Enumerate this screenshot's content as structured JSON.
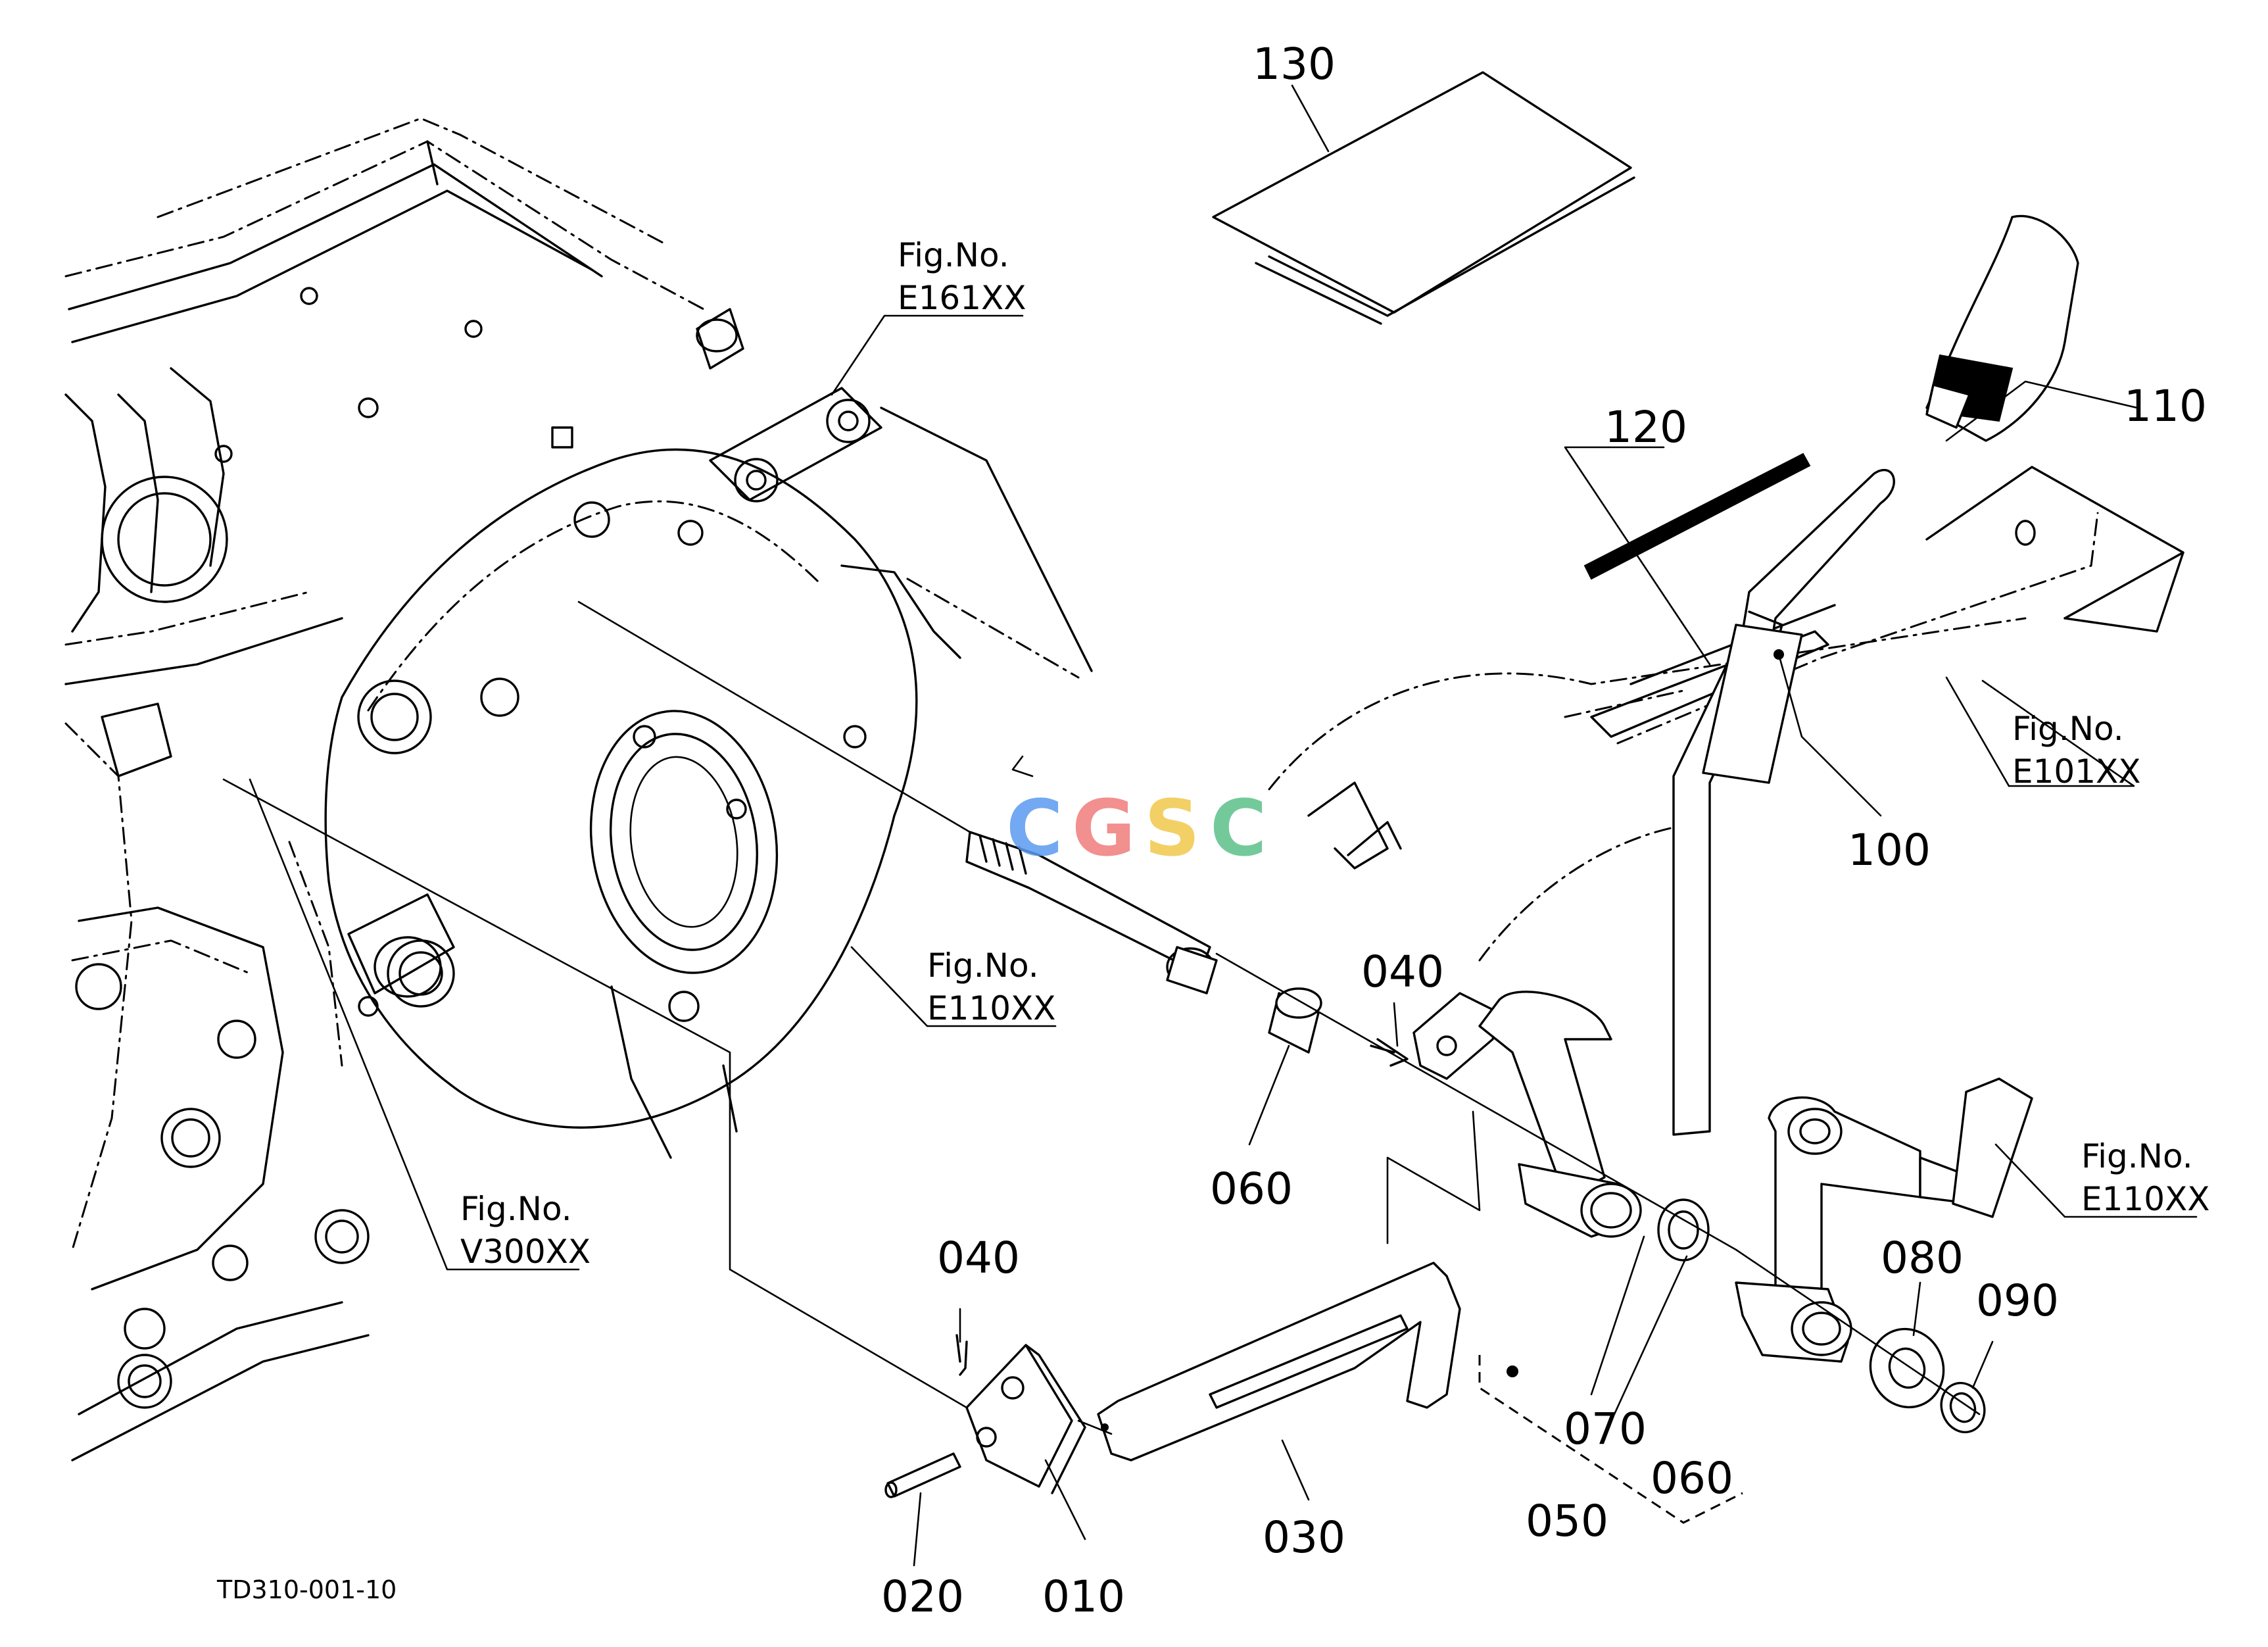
{
  "drawing_code": "TD310-001-10",
  "watermark": {
    "letters": [
      "C",
      "G",
      "S",
      "C"
    ],
    "colors": [
      "#5b9bf0",
      "#f07c7c",
      "#f2c84b",
      "#5cc08a"
    ]
  },
  "callouts": [
    {
      "id": "c130",
      "label": "130"
    },
    {
      "id": "c120",
      "label": "120"
    },
    {
      "id": "c110",
      "label": "110"
    },
    {
      "id": "c100",
      "label": "100"
    },
    {
      "id": "c040a",
      "label": "040"
    },
    {
      "id": "c060a",
      "label": "060"
    },
    {
      "id": "c040b",
      "label": "040"
    },
    {
      "id": "c020",
      "label": "020"
    },
    {
      "id": "c010",
      "label": "010"
    },
    {
      "id": "c030",
      "label": "030"
    },
    {
      "id": "c070",
      "label": "070"
    },
    {
      "id": "c050",
      "label": "050"
    },
    {
      "id": "c060b",
      "label": "060"
    },
    {
      "id": "c080",
      "label": "080"
    },
    {
      "id": "c090",
      "label": "090"
    }
  ],
  "figure_refs": [
    {
      "id": "e161",
      "caption": "Fig.No.",
      "code": "E161XX"
    },
    {
      "id": "e101",
      "caption": "Fig.No.",
      "code": "E101XX"
    },
    {
      "id": "e110a",
      "caption": "Fig.No.",
      "code": "E110XX"
    },
    {
      "id": "v300",
      "caption": "Fig.No.",
      "code": "V300XX"
    },
    {
      "id": "e110b",
      "caption": "Fig.No.",
      "code": "E110XX"
    }
  ]
}
